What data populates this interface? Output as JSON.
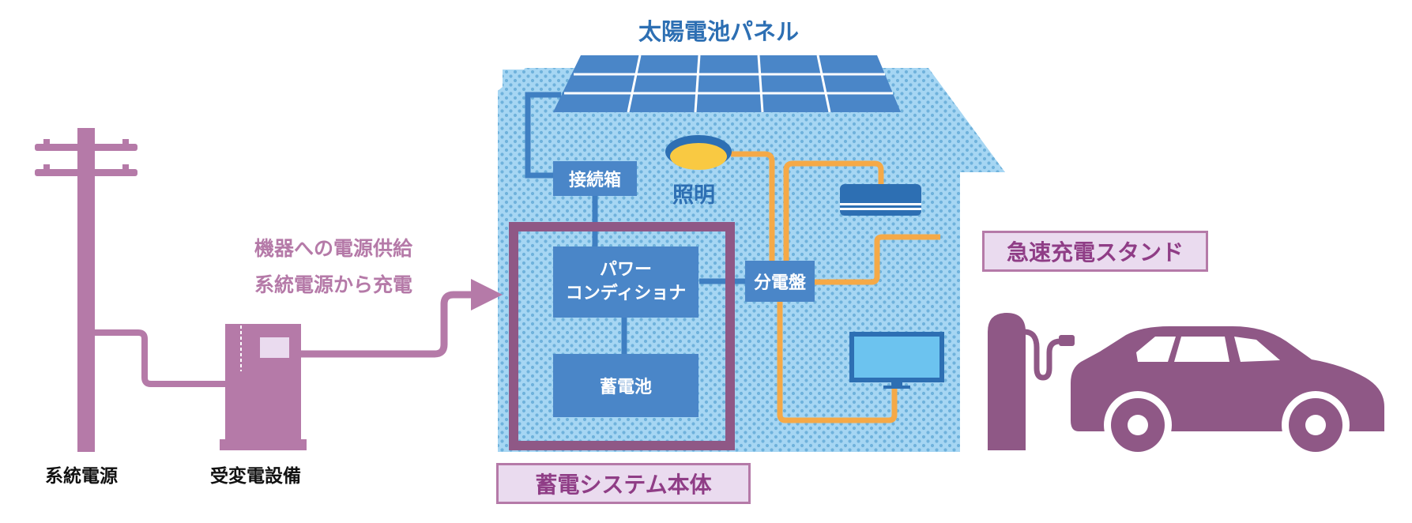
{
  "title": "太陽電池パネル",
  "labels": {
    "junction_box": "接続箱",
    "lighting": "照明",
    "power_conditioner_line1": "パワー",
    "power_conditioner_line2": "コンディショナ",
    "battery": "蓄電池",
    "distribution_board": "分電盤",
    "grid_power": "系統電源",
    "substation_equipment": "受変電設備",
    "supply_line1": "機器への電源供給",
    "supply_line2": "系統電源から充電",
    "storage_system": "蓄電システム本体",
    "fast_charging": "急速充電スタンド"
  },
  "colors": {
    "house_fill": "#9fd3f2",
    "house_dot": "#5fa9d6",
    "block_blue": "#4a86c8",
    "wire_blue": "#3f7fc2",
    "wire_orange": "#f5a947",
    "purple": "#b57aa8",
    "dark_purple": "#8f5886",
    "title_blue": "#2d6fb3"
  }
}
